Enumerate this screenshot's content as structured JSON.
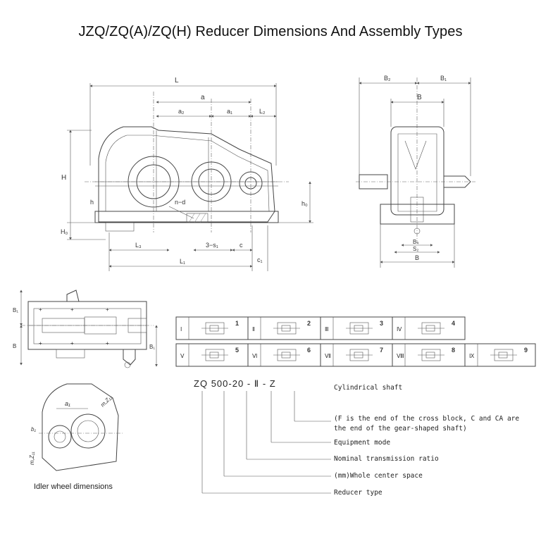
{
  "title": "JZQ/ZQ(A)/ZQ(H) Reducer Dimensions And Assembly Types",
  "front_view_labels": {
    "L": "L",
    "a": "a",
    "a2": "a₂",
    "a1": "a₁",
    "L2": "L₂",
    "H": "H",
    "H0": "H₀",
    "h0": "h₀",
    "h": "h",
    "n_d": "n−d",
    "L3": "L₃",
    "three_s1": "3−s₁",
    "c": "c",
    "L1": "L₁",
    "c1": "c₁"
  },
  "side_view_labels": {
    "B2": "B₂",
    "B1": "B₁",
    "B_top": "B",
    "B4": "B₄",
    "S2": "S₂",
    "B_bottom": "B"
  },
  "plan_view_labels": {
    "B1": "B₁",
    "B": "B",
    "B_right": "B₁"
  },
  "assembly_types": [
    {
      "roman": "Ⅰ",
      "num": "1"
    },
    {
      "roman": "Ⅱ",
      "num": "2"
    },
    {
      "roman": "Ⅲ",
      "num": "3"
    },
    {
      "roman": "Ⅳ",
      "num": "4"
    },
    {
      "roman": "Ⅴ",
      "num": "5"
    },
    {
      "roman": "Ⅵ",
      "num": "6"
    },
    {
      "roman": "Ⅶ",
      "num": "7"
    },
    {
      "roman": "Ⅷ",
      "num": "8"
    },
    {
      "roman": "Ⅸ",
      "num": "9"
    }
  ],
  "idler": {
    "caption": "Idler wheel dimensions",
    "a1": "a₁",
    "mZ_top": "m,Z₁₂",
    "mZ_bottom": "m,Z₁₁",
    "b_label": "b₁"
  },
  "designation": {
    "code": [
      "ZQ",
      "500",
      "-20",
      "-",
      "Ⅱ",
      "-",
      "Z"
    ],
    "labels": [
      "Cylindrical shaft",
      "(F is the end of the cross block, C and CA are",
      "the end of the gear-shaped shaft)",
      "Equipment mode",
      "Nominal transmission ratio",
      "(mm)Whole center space",
      "Reducer type"
    ]
  }
}
